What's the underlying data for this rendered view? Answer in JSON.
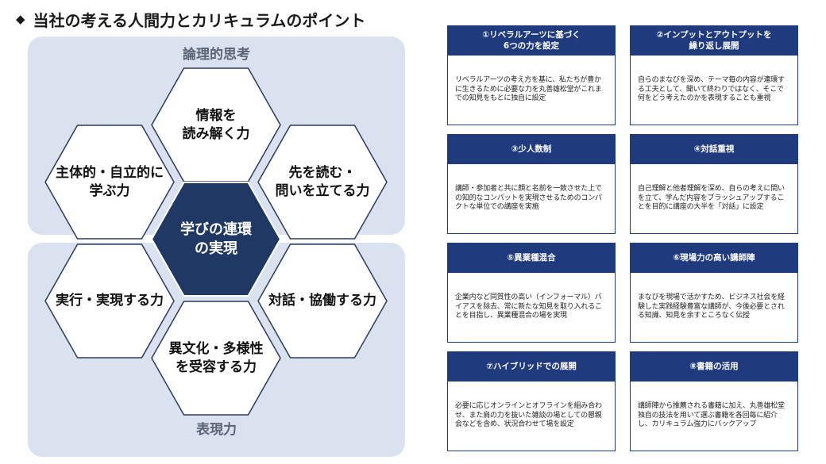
{
  "title": "当社の考える人間力とカリキュラムのポイント",
  "bullet": "◆",
  "panels": {
    "top_label": "論理的思考",
    "bottom_label": "表現力"
  },
  "hexagons": {
    "center": "学びの連環\nの実現",
    "top": "情報を\n読み解く力",
    "upper_left": "主体的・自立的に\n学ぶ力",
    "upper_right": "先を読む・\n問いを立てる力",
    "lower_left": "実行・実現する力",
    "lower_right": "対話・協働する力",
    "bottom": "異文化・多様性\nを受容する力"
  },
  "colors": {
    "navy": "#203b7d",
    "panel": "#dbe2ef",
    "hex_center": "#203864",
    "hex_border": "#2b3a5c"
  },
  "cards": [
    {
      "title": "①リベラルアーツに基づく\n6つの力を設定",
      "body": "リベラルアーツの考え方を基に、私たちが豊かに生きるために必要な力を丸善雄松堂がこれまでの知見をもとに独自に設定"
    },
    {
      "title": "②インプットとアウトプットを\n繰り返し展開",
      "body": "自らのまなびを深め、テーマ毎の内容が連環する工夫として、聞いて終わりではなく、そこで何をどう考えたのかを表現することも重視"
    },
    {
      "title": "③少人数制",
      "body": "講師・参加者と共に顔と名前を一致させた上での知的なコンパットを実現させるためのコンパクトな単位での講座を実施"
    },
    {
      "title": "④対話重視",
      "body": "自己理解と他者理解を深め、自らの考えに問いを立て、学んだ内容をブラッシュアップすることを目的に講座の大半を「対話」に設定"
    },
    {
      "title": "⑤異業種混合",
      "body": "企業内など同質性の高い（インフォーマル）バイアスを除去、常に新たな知見を取り入れることを目指し、異業種混合の場を実現"
    },
    {
      "title": "⑥現場力の高い講師陣",
      "body": "まなびを現場で活かすため、ビジネス社会を経験した実践経験豊富な講師が、今後必要とされる知識、知見を余すところなく伝授"
    },
    {
      "title": "⑦ハイブリッドでの展開",
      "body": "必要に応じオンラインとオフラインを組み合わせ、また肩の力を抜いた雑談の場としての懇親会などを含め、状況合わせて場を設定"
    },
    {
      "title": "⑧書籍の活用",
      "body": "講師陣から推薦される書籍に加え、丸善雄松堂独自の技法を用いて選ぶ書籍を各回毎に紹介し、カリキュラム強力にバックアップ"
    }
  ]
}
